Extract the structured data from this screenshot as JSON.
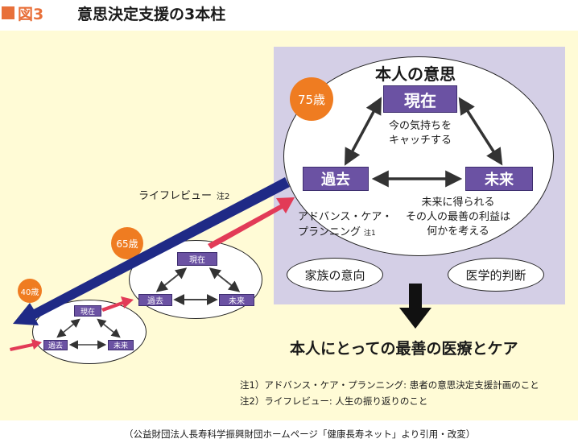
{
  "figure": {
    "label": "図3",
    "title": "意思決定支援の3本柱"
  },
  "main": {
    "heading": "本人の意思",
    "age": "75歳",
    "present": "現在",
    "past": "過去",
    "future": "未来",
    "present_note": [
      "今の気持ちを",
      "キャッチする"
    ],
    "future_note": [
      "未来に得られる",
      "その人の最善の利益は",
      "何かを考える"
    ],
    "acp_label_line1": "アドバンス・ケア・",
    "acp_label_line2": "プランニング",
    "acp_note_ref": "注1",
    "family": "家族の意向",
    "medical": "医学的判断"
  },
  "result": "本人にとっての最善の医療とケア",
  "life_review": {
    "label": "ライフレビュー",
    "note_ref": "注2"
  },
  "small_65": {
    "age": "65歳",
    "present": "現在",
    "past": "過去",
    "future": "未来"
  },
  "small_40": {
    "age": "40歳",
    "present": "現在",
    "past": "過去",
    "future": "未来"
  },
  "notes": [
    "注1）アドバンス・ケア・プランニング: 患者の意思決定支援計画のこと",
    "注2）ライフレビュー: 人生の振り返りのこと"
  ],
  "source": "（公益財団法人長寿科学振興財団ホームページ「健康長寿ネット」より引用・改変）"
}
